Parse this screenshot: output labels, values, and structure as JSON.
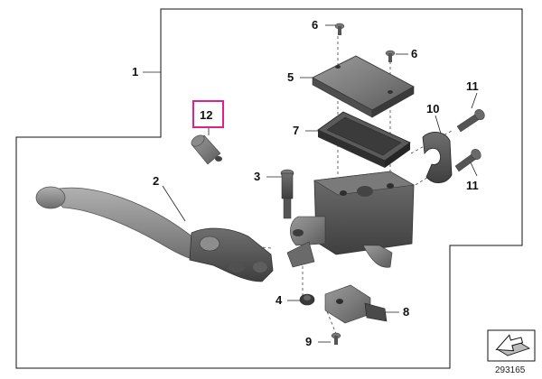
{
  "callouts": {
    "c1": "1",
    "c2": "2",
    "c3": "3",
    "c4": "4",
    "c5": "5",
    "c6a": "6",
    "c6b": "6",
    "c7": "7",
    "c8": "8",
    "c9": "9",
    "c10": "10",
    "c11a": "11",
    "c11b": "11",
    "c12": "12"
  },
  "highlight_color": "#e0218a",
  "figure_number": "293165",
  "icons": {
    "corner": "arrow-sheet-icon"
  }
}
